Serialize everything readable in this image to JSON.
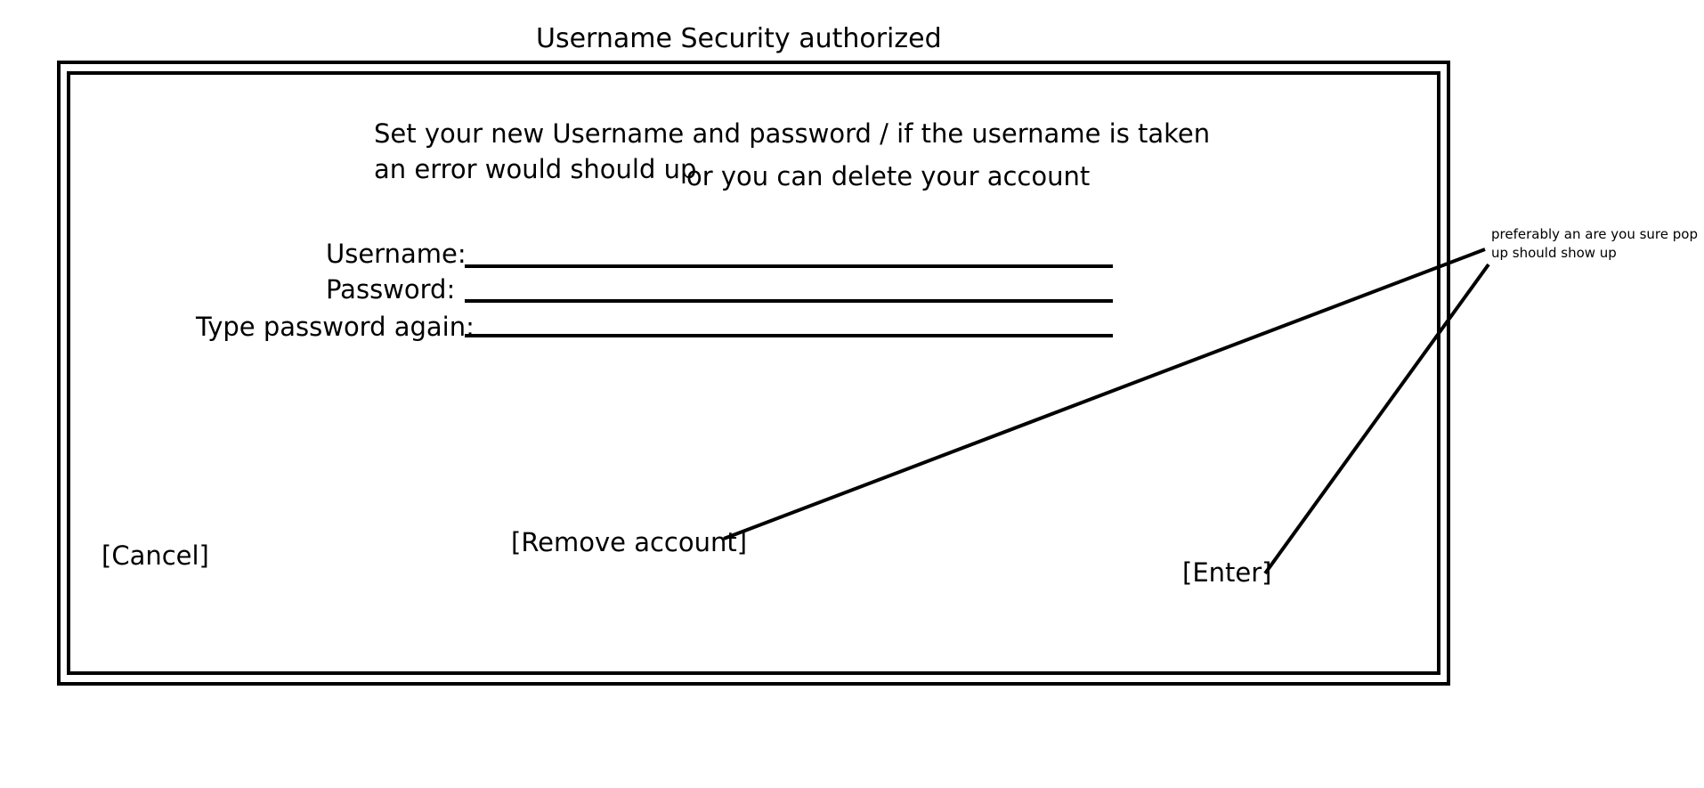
{
  "dialog": {
    "title": "Username Security authorized",
    "instructions": {
      "line1": "Set your new Username and password / if the username is taken",
      "line2a": "an error would should up",
      "line2b": "or you can delete your account"
    },
    "fields": {
      "username_label": "Username:",
      "password_label": "Password:",
      "password_again_label": "Type password again:",
      "username_value": "",
      "password_value": "",
      "password_again_value": ""
    },
    "buttons": {
      "cancel": "[Cancel]",
      "remove_account": "[Remove account]",
      "enter": "[Enter]"
    }
  },
  "annotation": {
    "note": "preferably an are you sure pop up should show up"
  },
  "colors": {
    "background": "#ffffff",
    "ink": "#000000"
  }
}
